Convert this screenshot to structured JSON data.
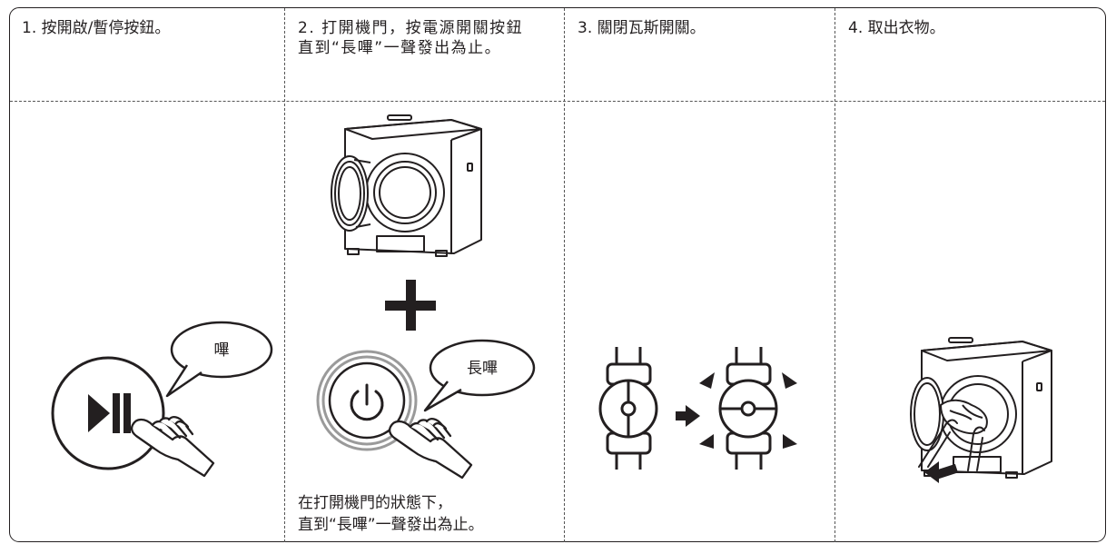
{
  "steps": [
    {
      "label": "1. 按開啟/暫停按鈕。"
    },
    {
      "label": "2. 打開機門，按電源開關按鈕直到“長嗶”一聲發出為止。"
    },
    {
      "label": "3. 關閉瓦斯開關。"
    },
    {
      "label": "4. 取出衣物。"
    }
  ],
  "step1": {
    "bubble": "嗶",
    "button_icon": "play-pause-icon"
  },
  "step2": {
    "plus_icon": "plus-icon",
    "bubble": "長嗶",
    "button_icon": "power-icon",
    "note_line1": "在打開機門的狀態下，",
    "note_line2": "直到“長嗶”一聲發出為止。"
  },
  "step3": {
    "arrow_icon": "arrow-right-icon"
  },
  "step4": {
    "arrow_icon": "arrow-left-icon"
  },
  "colors": {
    "ink": "#231f20",
    "ring": "#9a9a9a"
  }
}
